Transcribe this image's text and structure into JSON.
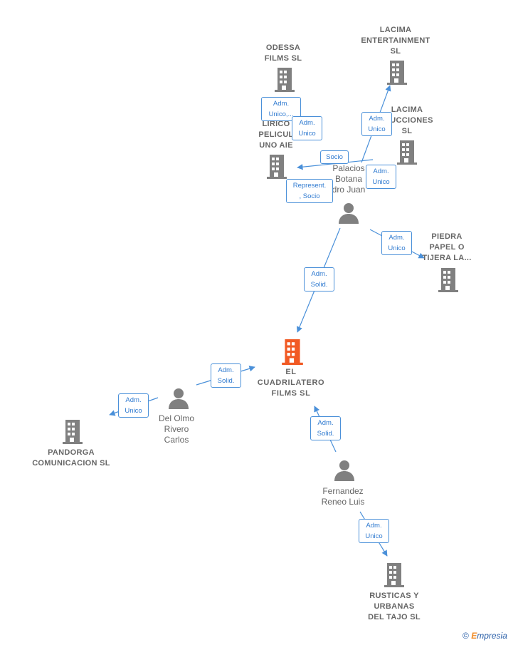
{
  "colors": {
    "edge": "#4a90d9",
    "building": "#808080",
    "focus": "#f15a24",
    "person": "#808080"
  },
  "nodes": {
    "odessa": {
      "lines": [
        "ODESSA",
        "FILMS  SL"
      ],
      "icon": "building-icon"
    },
    "lacima_ent": {
      "lines": [
        "LACIMA",
        "ENTERTAINMENT",
        "SL"
      ],
      "icon": "building-icon"
    },
    "lacima_prod": {
      "lines": [
        "LACIMA",
        "DUCCIONES",
        "SL"
      ],
      "icon": "building-icon"
    },
    "lirico": {
      "lines": [
        "LIRICO",
        "PELICUL",
        "UNO AIE"
      ],
      "icon": "building-icon"
    },
    "palacios": {
      "lines": [
        "Palacios",
        "Botana",
        "dro Juan"
      ],
      "icon": "person-icon"
    },
    "piedra": {
      "lines": [
        "PIEDRA",
        "PAPEL O",
        "TIJERA LA..."
      ],
      "icon": "building-icon"
    },
    "main": {
      "lines": [
        "EL",
        "CUADRILATERO",
        "FILMS  SL"
      ],
      "icon": "building-icon"
    },
    "delolmo": {
      "lines": [
        "Del Olmo",
        "Rivero",
        "Carlos"
      ],
      "icon": "person-icon"
    },
    "pandorga": {
      "lines": [
        "PANDORGA",
        "COMUNICACION SL"
      ],
      "icon": "building-icon"
    },
    "fernandez": {
      "lines": [
        "Fernandez",
        "Reneo Luis"
      ],
      "icon": "person-icon"
    },
    "rusticas": {
      "lines": [
        "RUSTICAS Y",
        "URBANAS",
        "DEL TAJO SL"
      ],
      "icon": "building-icon"
    }
  },
  "edge_labels": [
    {
      "id": "e1",
      "lines": [
        "Adm.",
        "Unico,..."
      ]
    },
    {
      "id": "e2",
      "lines": [
        "Adm.",
        "Unico"
      ]
    },
    {
      "id": "e3",
      "lines": [
        "Adm.",
        "Unico"
      ]
    },
    {
      "id": "e4",
      "lines": [
        "Socio"
      ]
    },
    {
      "id": "e5",
      "lines": [
        "Adm.",
        "Unico"
      ]
    },
    {
      "id": "e6",
      "lines": [
        "Represent.",
        ", Socio"
      ]
    },
    {
      "id": "e7",
      "lines": [
        "Adm.",
        "Unico"
      ]
    },
    {
      "id": "e8",
      "lines": [
        "Adm.",
        "Solid."
      ]
    },
    {
      "id": "e9",
      "lines": [
        "Adm.",
        "Solid."
      ]
    },
    {
      "id": "e10",
      "lines": [
        "Adm.",
        "Unico"
      ]
    },
    {
      "id": "e11",
      "lines": [
        "Adm.",
        "Solid."
      ]
    },
    {
      "id": "e12",
      "lines": [
        "Adm.",
        "Unico"
      ]
    }
  ],
  "footer": {
    "copyright": "©",
    "brand_first": "E",
    "brand_rest": "mpresia"
  }
}
